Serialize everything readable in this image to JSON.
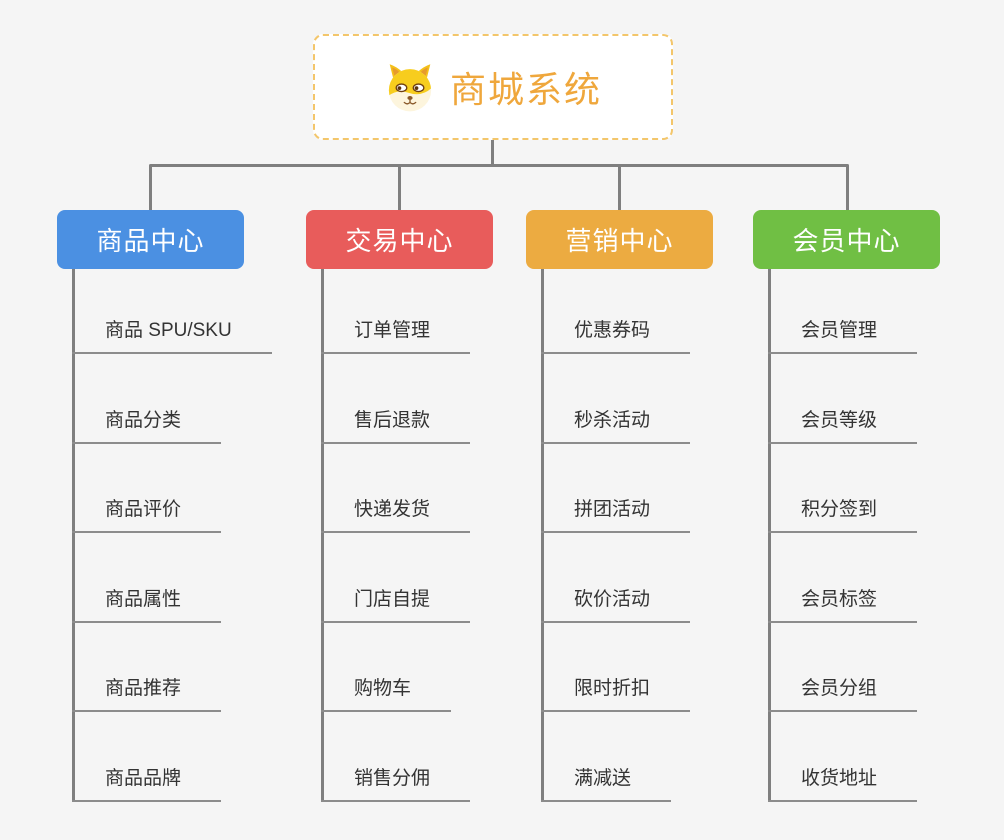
{
  "page": {
    "background": "#f5f5f5",
    "connector_color": "#7f7f7f",
    "underline_color": "#8c8c8c"
  },
  "root": {
    "title": "商城系统",
    "title_color": "#efa73c",
    "border_color": "#f3c66b",
    "icon": "dog-face-icon"
  },
  "branches": [
    {
      "label": "商品中心",
      "color": "#4b90e2",
      "items": [
        "商品 SPU/SKU",
        "商品分类",
        "商品评价",
        "商品属性",
        "商品推荐",
        "商品品牌"
      ]
    },
    {
      "label": "交易中心",
      "color": "#e85c5b",
      "items": [
        "订单管理",
        "售后退款",
        "快递发货",
        "门店自提",
        "购物车",
        "销售分佣"
      ]
    },
    {
      "label": "营销中心",
      "color": "#ecab41",
      "items": [
        "优惠券码",
        "秒杀活动",
        "拼团活动",
        "砍价活动",
        "限时折扣",
        "满减送"
      ]
    },
    {
      "label": "会员中心",
      "color": "#70bf44",
      "items": [
        "会员管理",
        "会员等级",
        "积分签到",
        "会员标签",
        "会员分组",
        "收货地址"
      ]
    }
  ]
}
